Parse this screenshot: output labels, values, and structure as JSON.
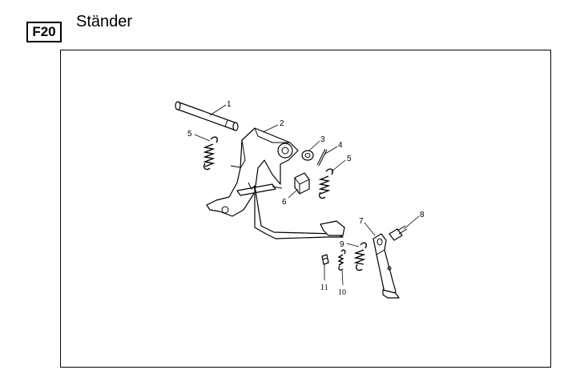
{
  "header": {
    "code": "F20",
    "title": "Ständer"
  },
  "callouts": [
    {
      "id": "1",
      "label": "1"
    },
    {
      "id": "2",
      "label": "2"
    },
    {
      "id": "3",
      "label": "3"
    },
    {
      "id": "4",
      "label": "4"
    },
    {
      "id": "5a",
      "label": "5"
    },
    {
      "id": "5b",
      "label": "5"
    },
    {
      "id": "6",
      "label": "6"
    },
    {
      "id": "7",
      "label": "7"
    },
    {
      "id": "8",
      "label": "8"
    },
    {
      "id": "9",
      "label": "9"
    },
    {
      "id": "10",
      "label": "10"
    },
    {
      "id": "11",
      "label": "11"
    }
  ]
}
